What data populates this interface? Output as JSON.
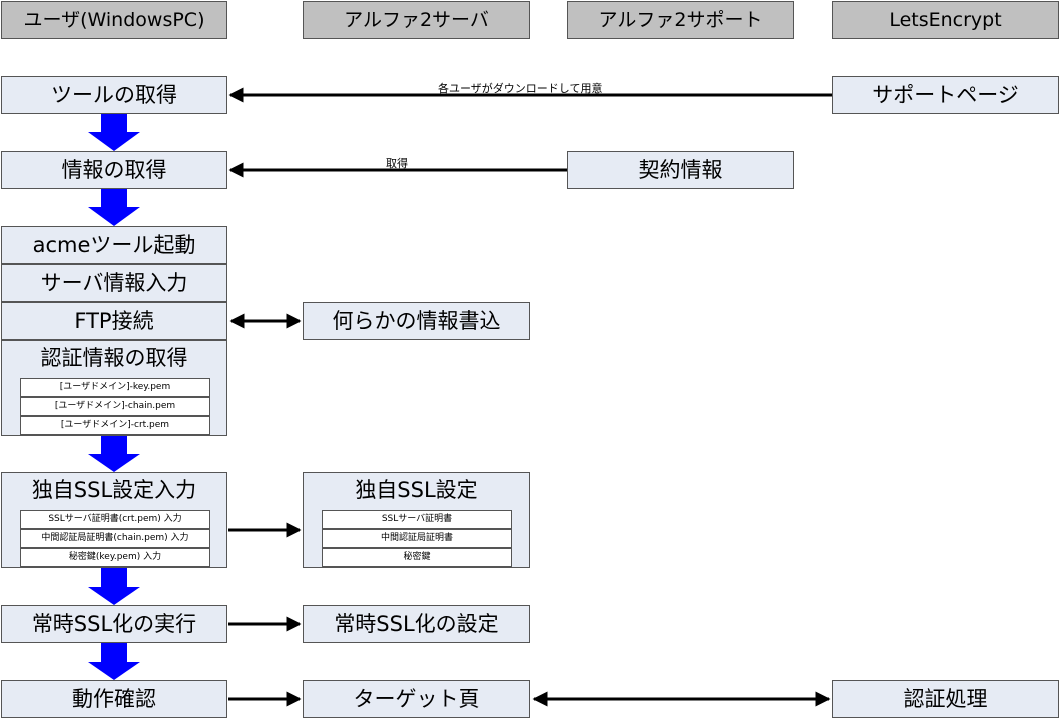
{
  "headers": {
    "user": "ユーザ(WindowsPC)",
    "server": "アルファ2サーバ",
    "support": "アルファ2サポート",
    "le": "LetsEncrypt"
  },
  "user": {
    "get_tool": "ツールの取得",
    "get_info": "情報の取得",
    "acme_start": "acmeツール起動",
    "server_input": "サーバ情報入力",
    "ftp": "FTP接続",
    "auth_get": "認証情報の取得",
    "auth_files": [
      "[ユーザドメイン]-key.pem",
      "[ユーザドメイン]-chain.pem",
      "[ユーザドメイン]-crt.pem"
    ],
    "ssl_input": "独自SSL設定入力",
    "ssl_input_items": [
      "SSLサーバ証明書(crt.pem) 入力",
      "中間認証局証明書(chain.pem) 入力",
      "秘密鍵(key.pem) 入力"
    ],
    "always_ssl": "常時SSL化の実行",
    "verify": "動作確認"
  },
  "server": {
    "write": "何らかの情報書込",
    "ssl_set": "独自SSL設定",
    "ssl_set_items": [
      "SSLサーバ証明書",
      "中間認証局証明書",
      "秘密鍵"
    ],
    "always_ssl_set": "常時SSL化の設定",
    "target": "ターゲット頁"
  },
  "support": {
    "page": "サポートページ",
    "contract": "契約情報"
  },
  "le": {
    "auth": "認証処理"
  },
  "arrows": {
    "download": "各ユーザがダウンロードして用意",
    "acquire": "取得"
  },
  "colors": {
    "header_bg": "#c0c0c0",
    "node_bg": "#e6ebf4",
    "flow_arrow": "#0000ff"
  }
}
